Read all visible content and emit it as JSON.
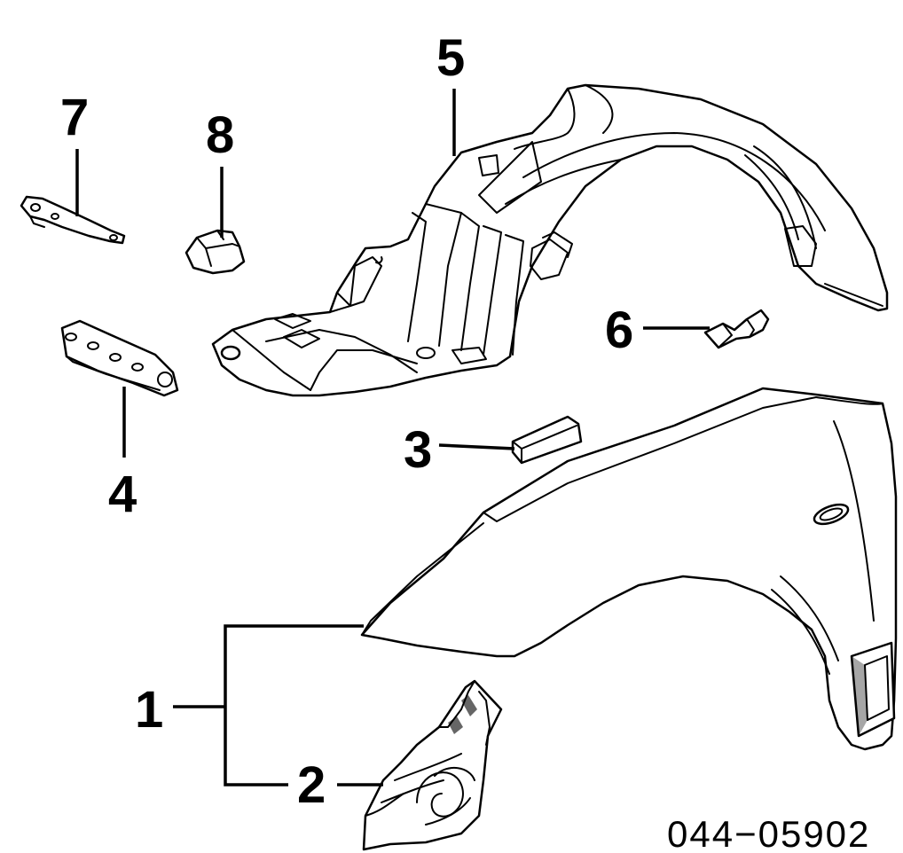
{
  "diagram": {
    "code": "044−05902",
    "callouts": {
      "c1": "1",
      "c2": "2",
      "c3": "3",
      "c4": "4",
      "c5": "5",
      "c6": "6",
      "c7": "7",
      "c8": "8"
    },
    "colors": {
      "line": "#000000",
      "background": "#ffffff"
    }
  }
}
